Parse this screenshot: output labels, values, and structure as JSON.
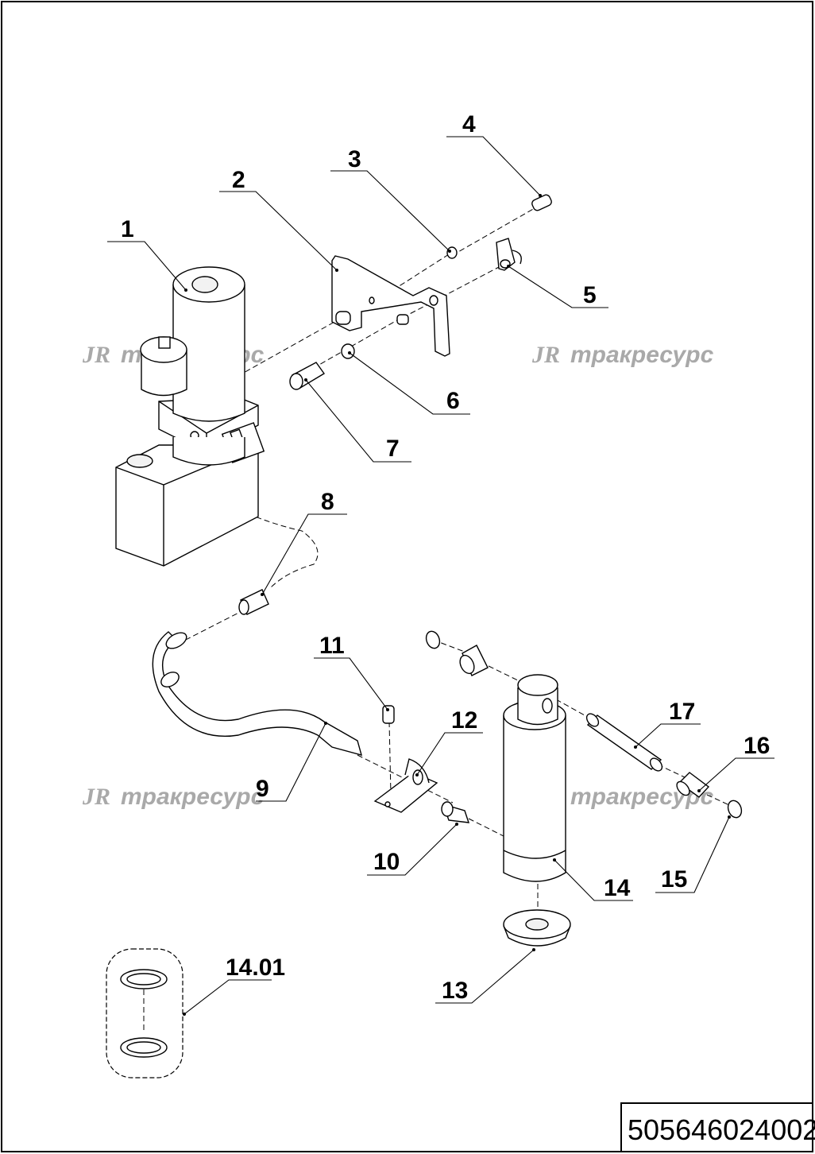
{
  "drawing_number": "505646024002",
  "watermark": {
    "logo": "JR",
    "text": "тракресурс"
  },
  "callouts": {
    "c1": "1",
    "c2": "2",
    "c3": "3",
    "c4": "4",
    "c5": "5",
    "c6": "6",
    "c7": "7",
    "c8": "8",
    "c9": "9",
    "c10": "10",
    "c11": "11",
    "c12": "12",
    "c13": "13",
    "c14": "14",
    "c15": "15",
    "c16": "16",
    "c17": "17",
    "c1401": "14.01"
  }
}
